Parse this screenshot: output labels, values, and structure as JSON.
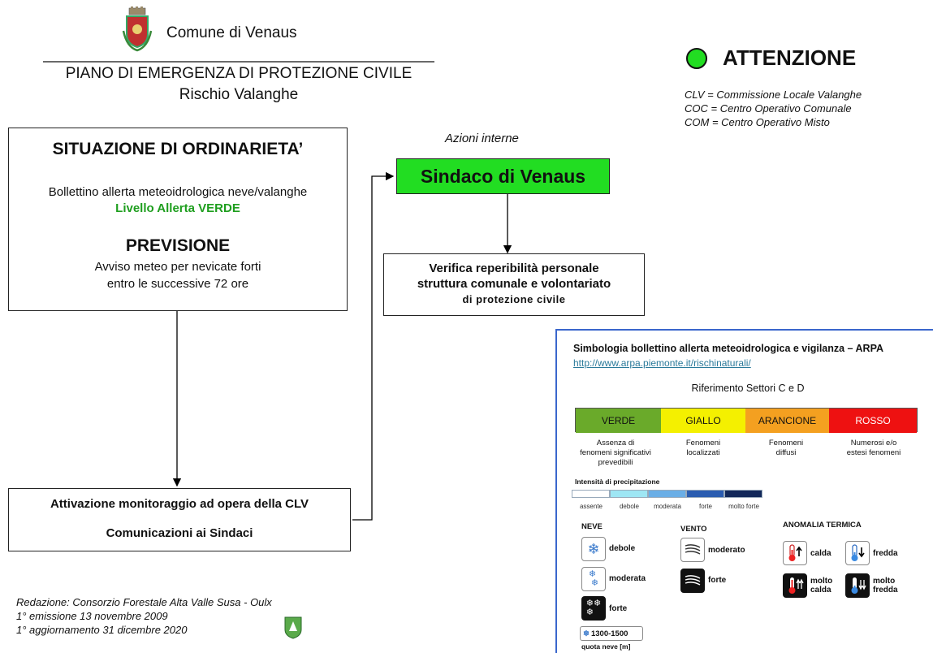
{
  "header": {
    "municipality": "Comune di Venaus",
    "plan_title": "PIANO DI EMERGENZA DI PROTEZIONE CIVILE",
    "plan_subtitle": "Rischio Valanghe"
  },
  "status": {
    "label": "ATTENZIONE",
    "color": "#22dd22"
  },
  "legend": {
    "clv": "CLV = Commissione Locale Valanghe",
    "coc": "COC = Centro Operativo Comunale",
    "com": "COM = Centro Operativo Misto"
  },
  "situation": {
    "title": "SITUAZIONE DI ORDINARIETA’",
    "bulletin": "Bollettino allerta meteoidrologica neve/valanghe",
    "level": "Livello Allerta VERDE",
    "level_color": "#1e9e1e",
    "forecast_title": "PREVISIONE",
    "forecast_line1": "Avviso meteo per nevicate forti",
    "forecast_line2": "entro le successive 72 ore"
  },
  "actions": {
    "label": "Azioni interne",
    "mayor": "Sindaco di Venaus",
    "mayor_color": "#22dd22",
    "verify_line1": "Verifica reperibilità personale",
    "verify_line2": "struttura comunale e volontariato",
    "verify_line3": "di protezione civile"
  },
  "monitoring": {
    "line1": "Attivazione monitoraggio ad opera della CLV",
    "line2": "Comunicazioni ai Sindaci"
  },
  "footer": {
    "redaction": "Redazione: Consorzio Forestale Alta Valle Susa - Oulx",
    "emission": "1° emissione 13 novembre 2009",
    "update": "1° aggiornamento 31 dicembre 2020"
  },
  "arpa": {
    "title": "Simbologia bollettino allerta meteoidrologica e vigilanza – ARPA",
    "link": "http://www.arpa.piemonte.it/rischinaturali/",
    "ref": "Riferimento Settori C e D",
    "levels": [
      {
        "label": "VERDE",
        "color": "#6aaa2a",
        "desc_line1": "Assenza di",
        "desc_line2": "fenomeni significativi",
        "desc_line3": "prevedibili"
      },
      {
        "label": "GIALLO",
        "color": "#f4f000",
        "desc_line1": "Fenomeni",
        "desc_line2": "localizzati",
        "desc_line3": ""
      },
      {
        "label": "ARANCIONE",
        "color": "#f4a020",
        "desc_line1": "Fenomeni",
        "desc_line2": "diffusi",
        "desc_line3": ""
      },
      {
        "label": "ROSSO",
        "color": "#ee1111",
        "desc_line1": "Numerosi e/o",
        "desc_line2": "estesi fenomeni",
        "desc_line3": ""
      }
    ],
    "precip_title": "Intensità di precipitazione",
    "precip": [
      {
        "label": "assente",
        "color": "#ffffff"
      },
      {
        "label": "debole",
        "color": "#9ee6f4"
      },
      {
        "label": "moderata",
        "color": "#6aaee6"
      },
      {
        "label": "forte",
        "color": "#2a5cb0"
      },
      {
        "label": "molto forte",
        "color": "#12285a"
      }
    ],
    "snow_title": "NEVE",
    "snow_weak": "debole",
    "snow_moderate": "moderata",
    "snow_strong": "forte",
    "snow_quota_value": "1300-1500",
    "snow_quota_label": "quota neve [m]",
    "wind_title": "VENTO",
    "wind_moderate": "moderato",
    "wind_strong": "forte",
    "thermal_title": "ANOMALIA TERMICA",
    "thermal_warm": "calda",
    "thermal_cold": "fredda",
    "thermal_very_warm_1": "molto",
    "thermal_very_warm_2": "calda",
    "thermal_very_cold_1": "molto",
    "thermal_very_cold_2": "fredda"
  }
}
